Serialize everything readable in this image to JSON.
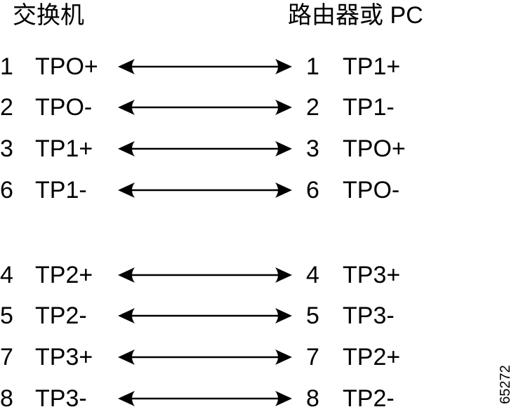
{
  "headers": {
    "left": "交换机",
    "right": "路由器或 PC"
  },
  "rows": [
    {
      "left_pin": "1",
      "left_signal": "TPO+",
      "right_pin": "1",
      "right_signal": "TP1+"
    },
    {
      "left_pin": "2",
      "left_signal": "TPO-",
      "right_pin": "2",
      "right_signal": "TP1-"
    },
    {
      "left_pin": "3",
      "left_signal": "TP1+",
      "right_pin": "3",
      "right_signal": "TPO+"
    },
    {
      "left_pin": "6",
      "left_signal": "TP1-",
      "right_pin": "6",
      "right_signal": "TPO-"
    },
    {
      "left_pin": "4",
      "left_signal": "TP2+",
      "right_pin": "4",
      "right_signal": "TP3+"
    },
    {
      "left_pin": "5",
      "left_signal": "TP2-",
      "right_pin": "5",
      "right_signal": "TP3-"
    },
    {
      "left_pin": "7",
      "left_signal": "TP3+",
      "right_pin": "7",
      "right_signal": "TP2+"
    },
    {
      "left_pin": "8",
      "left_signal": "TP3-",
      "right_pin": "8",
      "right_signal": "TP2-"
    }
  ],
  "figure_id": "65272",
  "colors": {
    "ink": "#000000",
    "background": "#ffffff"
  }
}
